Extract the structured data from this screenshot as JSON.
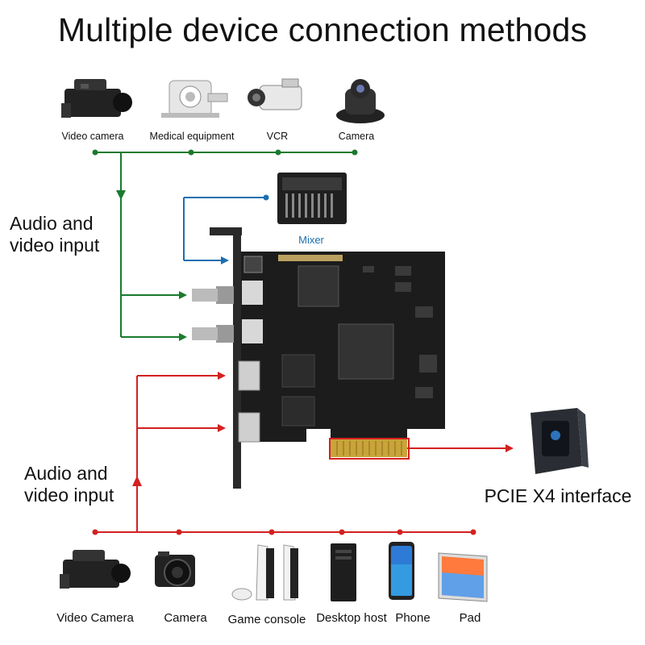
{
  "title": "Multiple device connection methods",
  "top_devices": [
    {
      "label": "Video camera",
      "icon": "video-camera-icon"
    },
    {
      "label": "Medical equipment",
      "icon": "medical-equipment-icon"
    },
    {
      "label": "VCR",
      "icon": "camcorder-icon"
    },
    {
      "label": "Camera",
      "icon": "ptz-camera-icon"
    }
  ],
  "mixer": {
    "label": "Mixer",
    "icon": "audio-mixer-icon"
  },
  "input_label_top": [
    "Audio and",
    "video input"
  ],
  "input_label_bottom": [
    "Audio and",
    "video input"
  ],
  "pcie": {
    "label": "PCIE X4 interface",
    "icon": "desktop-pc-icon"
  },
  "bottom_devices": [
    {
      "label": "Video Camera",
      "icon": "video-camera-icon"
    },
    {
      "label": "Camera",
      "icon": "mirrorless-camera-icon"
    },
    {
      "label": "Game console",
      "icon": "game-console-icon"
    },
    {
      "label": "Desktop host",
      "icon": "desktop-tower-icon"
    },
    {
      "label": "Phone",
      "icon": "smartphone-icon"
    },
    {
      "label": "Pad",
      "icon": "tablet-icon"
    }
  ],
  "colors": {
    "green": "#1a7a2e",
    "blue": "#1c6fb0",
    "red": "#d42020",
    "board": "#1c1c1c",
    "gold": "#c9a43a"
  }
}
